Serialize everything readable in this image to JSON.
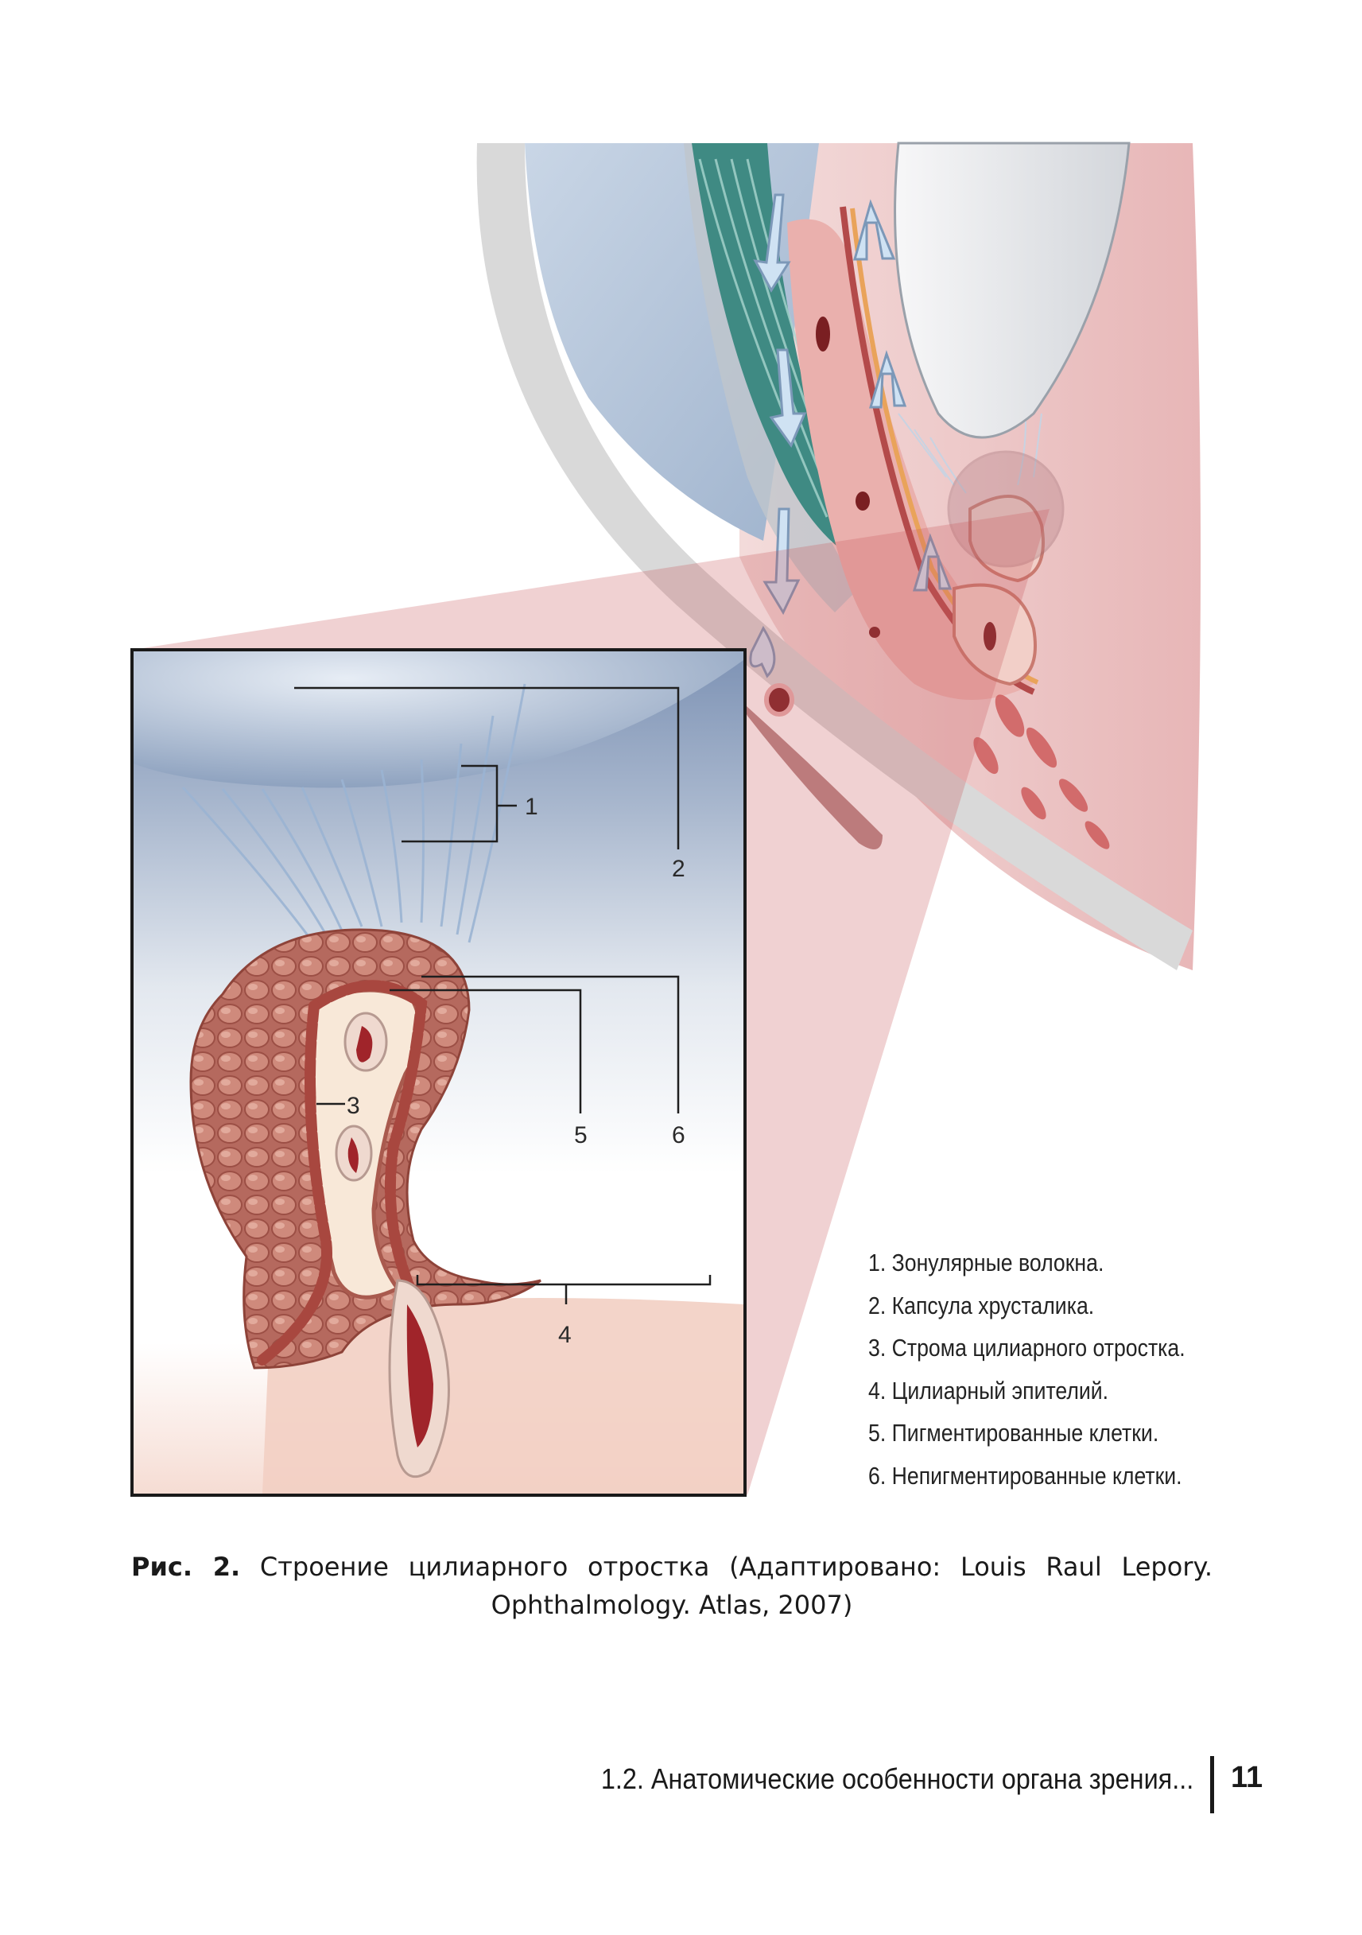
{
  "figure": {
    "callouts": [
      "1",
      "2",
      "3",
      "4",
      "5",
      "6"
    ],
    "legend": [
      "1. Зонулярные волокна.",
      "2. Капсула хрусталика.",
      "3. Строма цилиарного отростка.",
      "4. Цилиарный эпителий.",
      "5. Пигментированные клетки.",
      "6. Непигментированные клетки."
    ]
  },
  "caption": {
    "lead": "Рис. 2.",
    "text": "Строение цилиарного отростка (Адаптировано: Louis Raul Lepory. Ophthalmology. Atlas, 2007)"
  },
  "footer": {
    "section_title": "1.2. Анатомические особенности органа зрения...",
    "page_number": "11"
  }
}
